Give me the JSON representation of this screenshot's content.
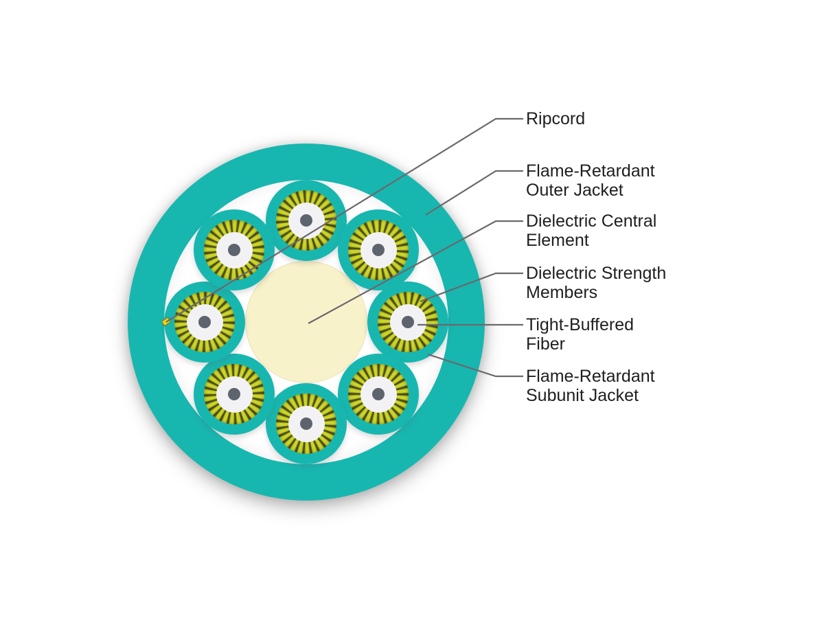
{
  "diagram": {
    "subunit_count": 8,
    "labels": [
      {
        "id": "ripcord",
        "line1": "Ripcord",
        "line2": ""
      },
      {
        "id": "outer-jacket",
        "line1": "Flame-Retardant",
        "line2": "Outer Jacket"
      },
      {
        "id": "central-element",
        "line1": "Dielectric Central",
        "line2": "Element"
      },
      {
        "id": "strength-members",
        "line1": "Dielectric Strength",
        "line2": "Members"
      },
      {
        "id": "tight-buffered-fiber",
        "line1": "Tight-Buffered",
        "line2": "Fiber"
      },
      {
        "id": "subunit-jacket",
        "line1": "Flame-Retardant",
        "line2": "Subunit Jacket"
      }
    ],
    "colors": {
      "background": "#ffffff",
      "jacket_teal": "#17b7b0",
      "strength_yellow": "#ccd42c",
      "strength_olive": "#45490f",
      "buffer_white": "#f2f2f5",
      "fiber_gray": "#5e646d",
      "central_cream": "#f8f2cb",
      "central_cream_edge": "#e9e1b2",
      "ripcord_yellow": "#e4d31e",
      "leader_line": "#6b686c",
      "label_text": "#1e1e1e"
    }
  }
}
